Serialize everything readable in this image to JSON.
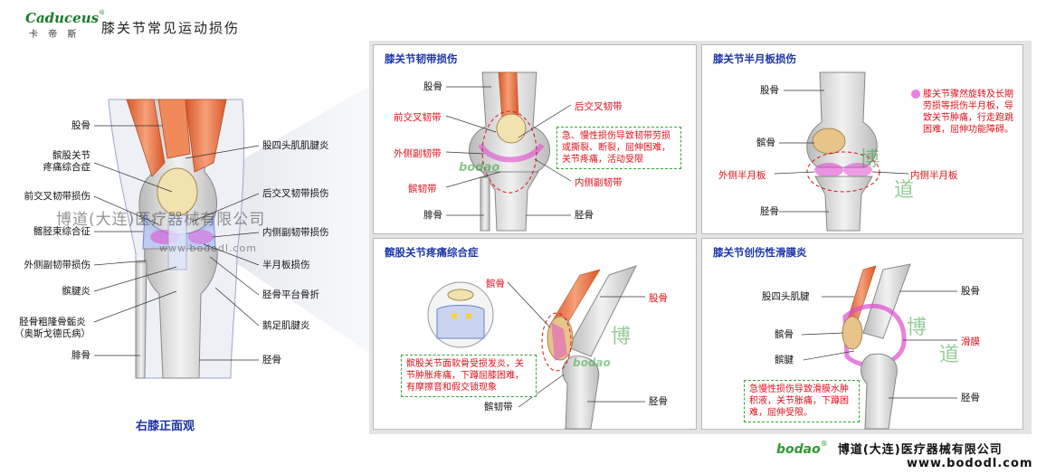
{
  "header": {
    "logo": "Caduceus",
    "logo_mark": "®",
    "logo_sub": "卡 帝 斯",
    "title": "膝关节常见运动损伤"
  },
  "main_figure": {
    "caption": "右膝正面观",
    "watermark": "博道(大连)医疗器械有限公司",
    "watermark2": "www.bododl.com",
    "left_labels": [
      "股骨",
      "髌股关节\n疼痛综合症",
      "前交叉韧带损伤",
      "髂胫束综合征",
      "外侧副韧带损伤",
      "髌腱炎",
      "胫骨粗隆骨骺炎\n（奥斯戈德氏病）",
      "腓骨"
    ],
    "right_labels": [
      "股四头肌肌腱炎",
      "后交叉韧带损伤",
      "内侧副韧带损伤",
      "半月板损伤",
      "胫骨平台骨折",
      "鹅足肌腱炎",
      "胫骨"
    ]
  },
  "panels": {
    "ligament": {
      "title": "膝关节韧带损伤",
      "labels": {
        "femur": "股骨",
        "acl": "前交叉韧带",
        "lcl": "外侧副韧带",
        "patellar_lig": "髌韧带",
        "fibula": "腓骨",
        "pcl": "后交叉韧带",
        "mcl": "内侧副韧带",
        "tibia": "胫骨"
      },
      "note": "急、慢性损伤导致韧带劳损或撕裂、断裂，屈伸困难，关节疼痛，活动受限"
    },
    "meniscus": {
      "title": "膝关节半月板损伤",
      "labels": {
        "femur": "股骨",
        "patella": "髌骨",
        "lateral": "外侧半月板",
        "medial": "内侧半月板",
        "tibia": "胫骨"
      },
      "note": "膝关节骤然旋转及长期劳损等损伤半月板，导致关节肿痛，行走跑跳困难，屈伸功能障碍。"
    },
    "patellofemoral": {
      "title": "髌股关节疼痛综合症",
      "labels": {
        "patella": "髌骨",
        "femur": "股骨",
        "patellar_lig": "髌韧带",
        "tibia": "胫骨"
      },
      "note": "髌股关节面软骨受损发炎，关节肿胀疼痛，下蹲屈膝困难，有摩擦音和假交锁现象"
    },
    "synovitis": {
      "title": "膝关节创伤性滑膜炎",
      "labels": {
        "quad_tendon": "股四头肌腱",
        "femur": "股骨",
        "patella": "髌骨",
        "synovium": "滑膜",
        "patellar_tendon": "髌腱",
        "tibia": "胫骨"
      },
      "note": "急慢性损伤导致滑膜水肿积液，关节胀痛，下蹲困难，屈伸受限。"
    }
  },
  "panel_watermarks": {
    "char1": "博",
    "char2": "道",
    "brand": "bodao"
  },
  "footer": {
    "brand": "bodao",
    "brand_mark": "®",
    "company": "博道(大连)医疗器械有限公司",
    "url": "www.bododl.com"
  },
  "colors": {
    "title_blue": "#1c35a8",
    "label_red": "#e0101a",
    "brand_green": "#2e9a32",
    "muscle_orange": "#e8703a",
    "bone_gray": "#d4d4d4",
    "injury_pink": "#e04ad0"
  }
}
